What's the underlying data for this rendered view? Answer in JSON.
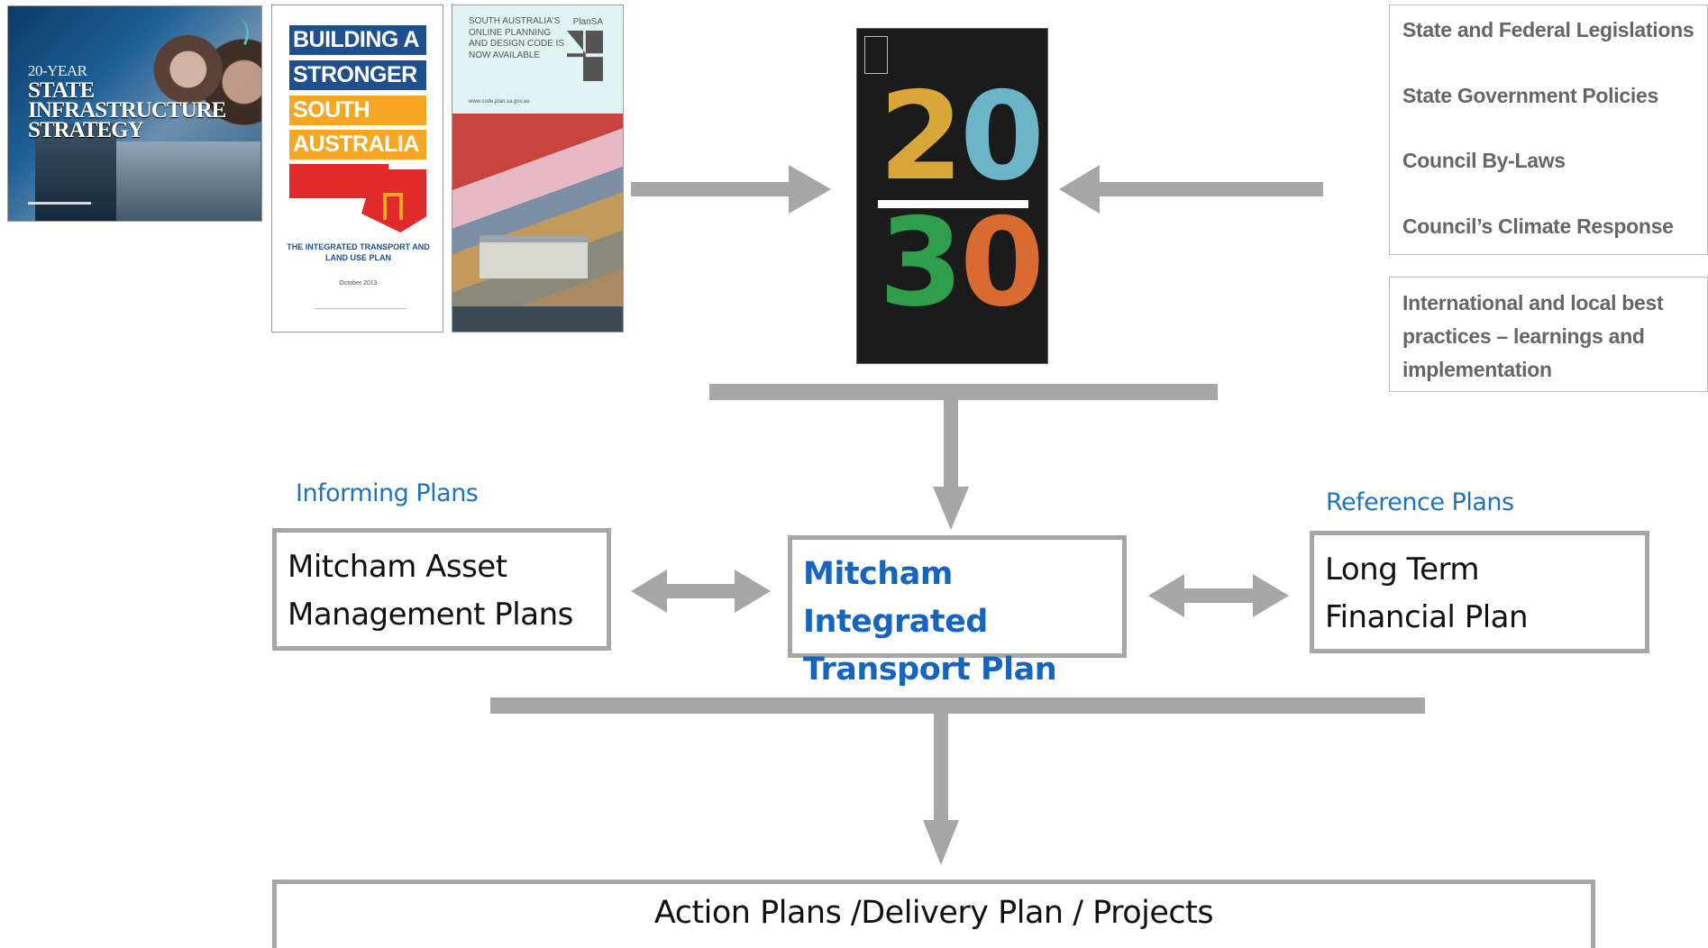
{
  "covers": {
    "infrastructure_strategy": {
      "kicker": "20-YEAR",
      "title_lines": [
        "STATE",
        "INFRASTRUCTURE",
        "STRATEGY"
      ]
    },
    "building_stronger_sa": {
      "bands": [
        "BUILDING A",
        "STRONGER",
        "SOUTH",
        "AUSTRALIA"
      ],
      "subtitle": "THE INTEGRATED TRANSPORT AND LAND USE PLAN",
      "date": "October 2013"
    },
    "plansa": {
      "brand": "PlanSA",
      "text": "SOUTH AUSTRALIA'S ONLINE PLANNING AND DESIGN CODE IS NOW AVAILABLE",
      "url": "www.code.plan.sa.gov.au"
    },
    "strategic_plan_2030": {
      "digits": [
        "2",
        "0",
        "3",
        "0"
      ]
    }
  },
  "criteria": {
    "items": [
      "State and Federal Legislations",
      "State Government Policies",
      "Council By-Laws",
      "Council’s Climate Response"
    ],
    "best_practice": "International and local best practices – learnings and implementation"
  },
  "labels": {
    "informing": "Informing Plans",
    "reference": "Reference Plans"
  },
  "boxes": {
    "asset": "Mitcham Asset Management Plans",
    "mitp": "Mitcham Integrated Transport Plan",
    "financial": "Long Term Financial Plan",
    "action": "Action Plans /Delivery Plan / Projects"
  },
  "colors": {
    "connector": "#a6a6a6",
    "label_blue": "#1e73be",
    "mitp_blue": "#1565c0"
  }
}
